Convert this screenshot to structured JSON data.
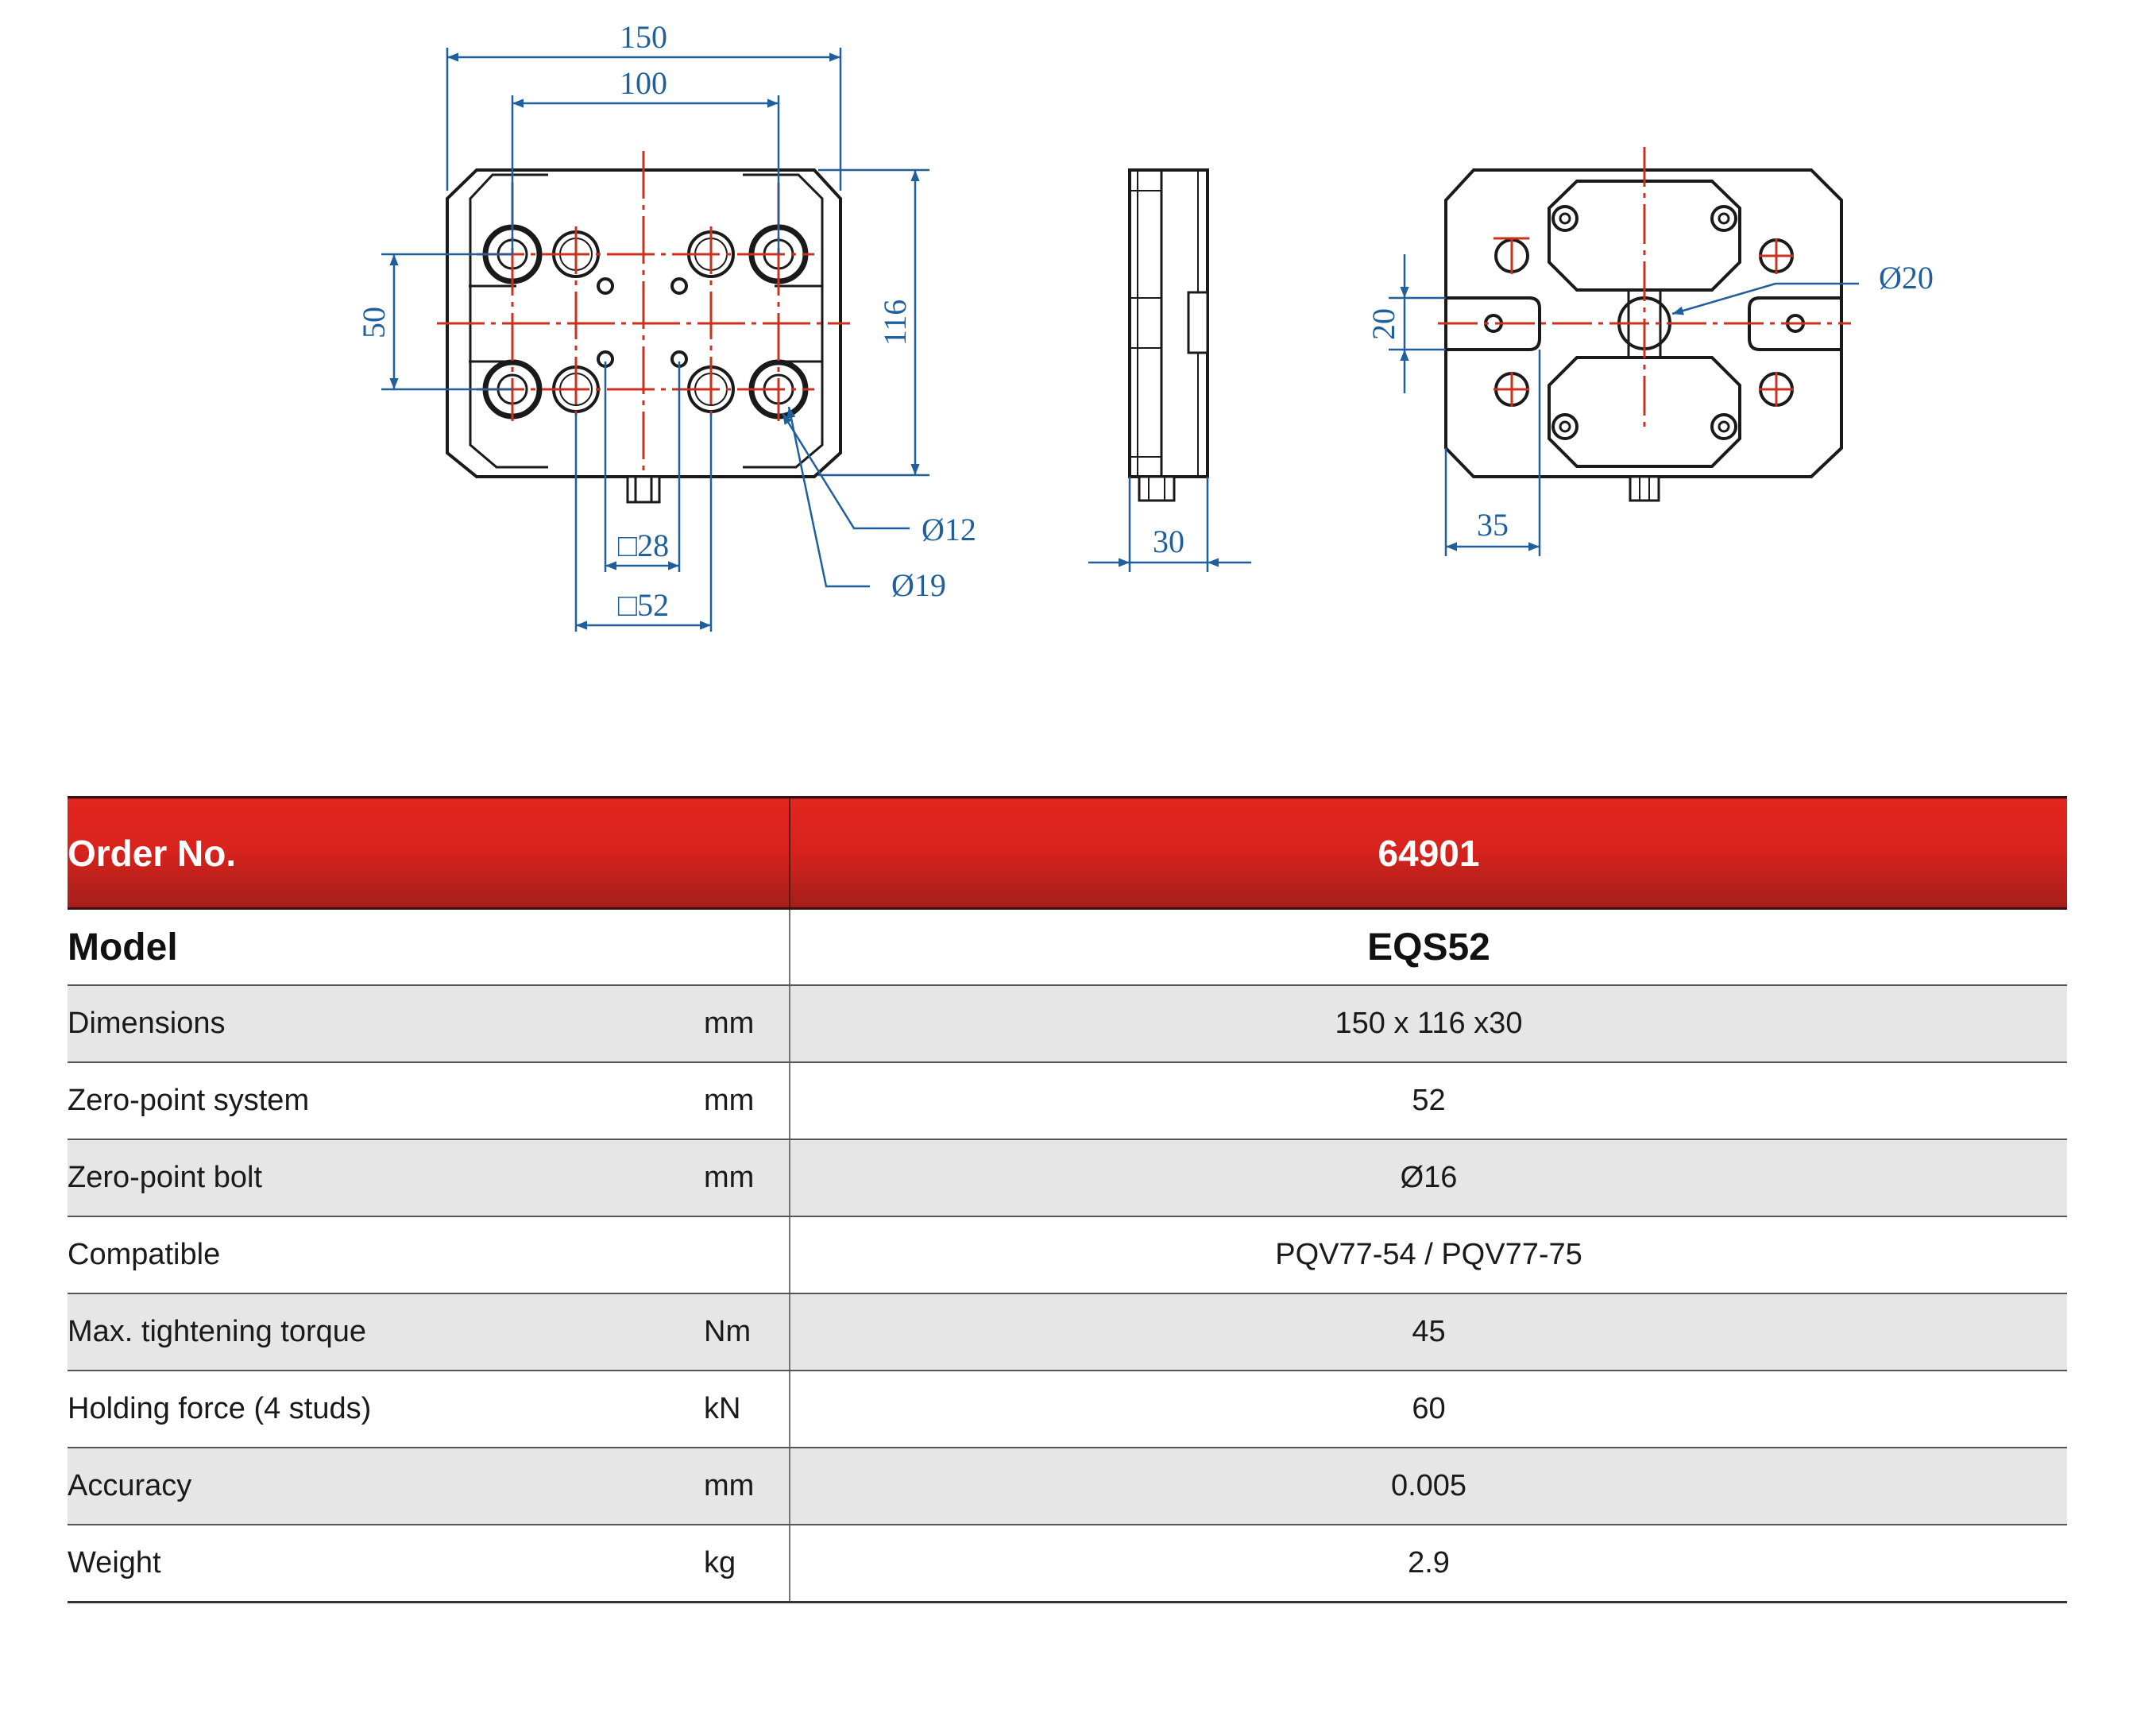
{
  "drawing": {
    "dims": {
      "w150": "150",
      "w100": "100",
      "h116": "116",
      "h50": "50",
      "sq28": "□28",
      "sq52": "□52",
      "d12": "Ø12",
      "d19": "Ø19",
      "t30": "30",
      "h20": "20",
      "w35": "35",
      "d20": "Ø20"
    }
  },
  "table": {
    "header": {
      "label": "Order No.",
      "value": "64901"
    },
    "model": {
      "label": "Model",
      "value": "EQS52"
    },
    "rows": [
      {
        "label": "Dimensions",
        "unit": "mm",
        "value": "150 x 116 x30"
      },
      {
        "label": "Zero-point system",
        "unit": "mm",
        "value": "52"
      },
      {
        "label": "Zero-point bolt",
        "unit": "mm",
        "value": "Ø16"
      },
      {
        "label": "Compatible",
        "unit": "",
        "value": "PQV77-54 / PQV77-75"
      },
      {
        "label": "Max. tightening torque",
        "unit": "Nm",
        "value": "45"
      },
      {
        "label": "Holding force (4 studs)",
        "unit": "kN",
        "value": "60"
      },
      {
        "label": "Accuracy",
        "unit": "mm",
        "value": "0.005"
      },
      {
        "label": "Weight",
        "unit": "kg",
        "value": "2.9"
      }
    ]
  },
  "colors": {
    "header_red": "#d9231d",
    "header_dark_red": "#a51f1a",
    "dimension_blue": "#1f5f9c",
    "centerline_red": "#c8321e",
    "row_shade": "#e6e6e6"
  }
}
